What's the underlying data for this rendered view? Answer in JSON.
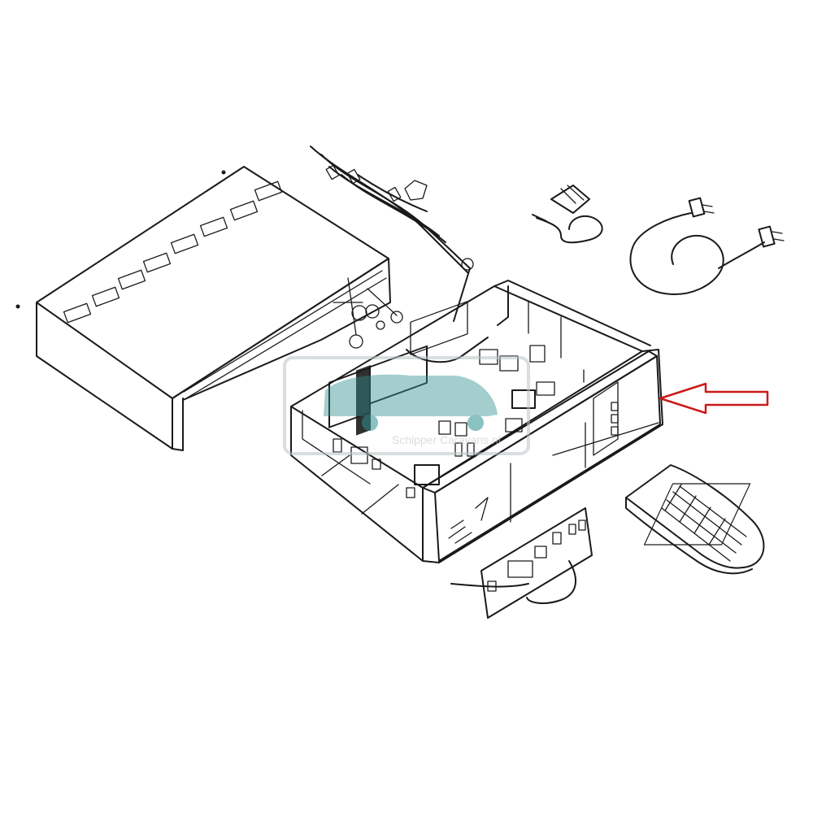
{
  "watermark": {
    "text": "Schipper Caravans.nl"
  },
  "colors": {
    "line": "#1a1a1a",
    "arrow": "#cc1a1a",
    "watermark_teal": "#2f8f8f",
    "watermark_grey": "#b9c2c6"
  },
  "parts": [
    {
      "name": "cover-lid"
    },
    {
      "name": "wiring-harness"
    },
    {
      "name": "antenna-cable"
    },
    {
      "name": "power-cord"
    },
    {
      "name": "base-chassis"
    },
    {
      "name": "front-panel"
    },
    {
      "name": "remote-control"
    },
    {
      "name": "control-board"
    }
  ]
}
